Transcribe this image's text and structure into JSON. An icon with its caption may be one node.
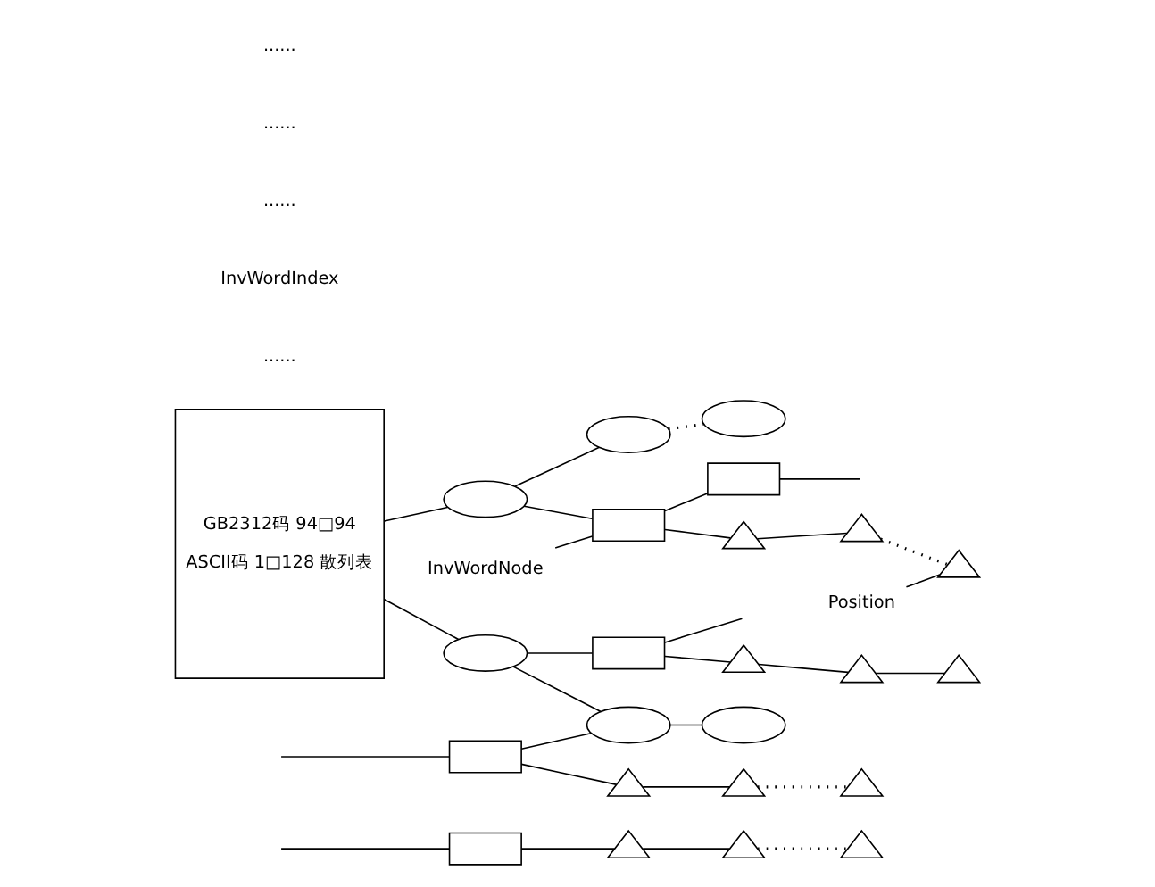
{
  "diagram": {
    "nodes": [
      {
        "text": [],
        "shape": "box"
      },
      {
        "text": [],
        "shape": "triangle"
      },
      {
        "text": [],
        "shape": "triangle"
      },
      {
        "text": [],
        "shape": "triangle"
      },
      {
        "text": [
          "GB2312码 94□94",
          "ASCII码 1□128 散列表"
        ]
      },
      {
        "text": [],
        "shape": "ellipse"
      },
      {
        "text": [],
        "shape": "ellipse"
      },
      {
        "text": [],
        "shape": "ellipse"
      },
      {
        "text": [],
        "shape": "box"
      },
      {
        "text": [],
        "shape": "triangle"
      },
      {
        "text": [],
        "shape": "triangle"
      },
      {
        "text": [],
        "shape": "triangle"
      },
      {
        "text": [
          "InvWordNode"
        ]
      },
      {
        "text": [
          "Position"
        ]
      },
      {
        "text": [],
        "shape": "box"
      },
      {
        "text": [],
        "shape": "box"
      },
      {
        "text": [],
        "shape": "triangle"
      },
      {
        "text": [],
        "shape": "triangle"
      },
      {
        "text": [],
        "shape": "triangle"
      },
      {
        "text": [],
        "shape": "ellipse"
      },
      {
        "text": [],
        "shape": "ellipse"
      },
      {
        "text": [],
        "shape": "ellipse"
      },
      {
        "text": [],
        "shape": "box"
      },
      {
        "text": [],
        "shape": "triangle"
      },
      {
        "text": [],
        "shape": "triangle"
      },
      {
        "text": [],
        "shape": "triangle"
      }
    ],
    "edges": [
      {
        "from": null,
        "to": 0,
        "arrow": "none"
      },
      {
        "from": 0,
        "to": 1,
        "arrow": "none"
      },
      {
        "from": 1,
        "to": 2,
        "arrow": "none"
      },
      {
        "from": 2,
        "to": 3,
        "arrow": "none",
        "style": "dashed"
      },
      {
        "from": 4,
        "to": 5,
        "arrow": "none"
      },
      {
        "from": 5,
        "to": 6,
        "arrow": "none"
      },
      {
        "from": 6,
        "to": 7,
        "arrow": "none",
        "style": "dashed"
      },
      {
        "from": 5,
        "to": 8,
        "arrow": "none"
      },
      {
        "from": 8,
        "to": 9,
        "arrow": "none"
      },
      {
        "from": 9,
        "to": 10,
        "arrow": "none"
      },
      {
        "from": 10,
        "to": 11,
        "arrow": "none",
        "style": "dashed"
      },
      {
        "from": 12,
        "to": 8,
        "arrow": "none"
      },
      {
        "from": 13,
        "to": 11,
        "arrow": "none"
      },
      {
        "from": 8,
        "to": 14,
        "arrow": "none"
      },
      {
        "from": 14,
        "to": null,
        "arrow": "none"
      },
      {
        "from": null,
        "to": 15,
        "arrow": "none"
      },
      {
        "from": 15,
        "to": 16,
        "arrow": "none"
      },
      {
        "from": 16,
        "to": 17,
        "arrow": "none"
      },
      {
        "from": 17,
        "to": 18,
        "arrow": "none",
        "style": "dashed"
      },
      {
        "from": 4,
        "to": 19,
        "arrow": "none"
      },
      {
        "from": 19,
        "to": 20,
        "arrow": "none"
      },
      {
        "from": 20,
        "to": 21,
        "arrow": "none"
      },
      {
        "from": 15,
        "to": 20,
        "arrow": "none"
      },
      {
        "from": 19,
        "to": 22,
        "arrow": "none"
      },
      {
        "from": 22,
        "to": null,
        "arrow": "none"
      },
      {
        "from": 22,
        "to": 23,
        "arrow": "none"
      },
      {
        "from": 23,
        "to": 24,
        "arrow": "none"
      },
      {
        "from": 24,
        "to": 25,
        "arrow": "none"
      }
    ],
    "labels": [
      "......",
      "InvWordIndex",
      "......",
      "......",
      "......"
    ]
  }
}
